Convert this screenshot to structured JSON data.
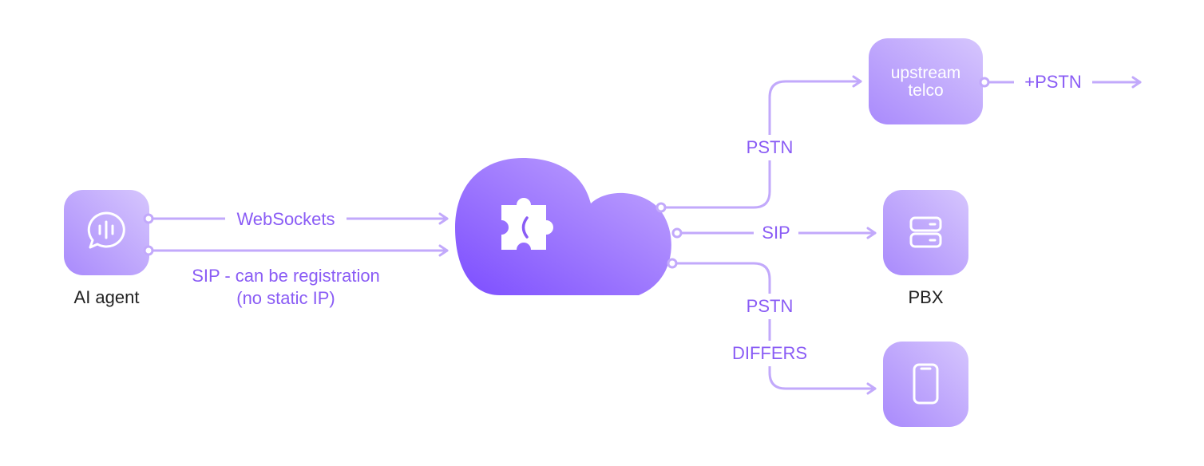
{
  "nodes": {
    "ai_agent": {
      "caption": "AI agent",
      "icon": "chat-bubble-icon"
    },
    "hub": {
      "icon": "puzzle-phone-icon"
    },
    "upstream": {
      "label_line1": "upstream",
      "label_line2": "telco"
    },
    "pbx": {
      "caption": "PBX",
      "icon": "server-icon"
    },
    "mobile": {
      "icon": "smartphone-icon"
    }
  },
  "edges": {
    "websockets": "WebSockets",
    "sip_reg_line1": "SIP - can be registration",
    "sip_reg_line2": "(no static IP)",
    "pstn_top": "PSTN",
    "plus_pstn": "+PSTN",
    "sip_pbx": "SIP",
    "pstn_bottom": "PSTN",
    "differs": "DIFFERS"
  },
  "colors": {
    "accent": "#8a5cf5",
    "line": "#c2a9fb",
    "node_gradient_start": "#a98afc",
    "node_gradient_end": "#d6c6fd",
    "cloud_gradient_start": "#7c4dff",
    "cloud_gradient_end": "#c3a8fd"
  }
}
